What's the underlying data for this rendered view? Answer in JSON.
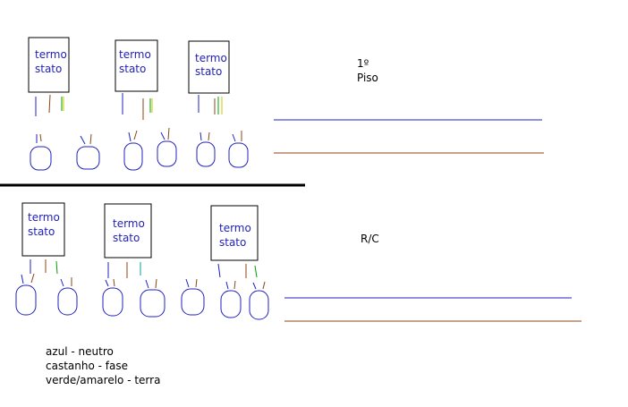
{
  "thermostat": {
    "line1": "termo",
    "line2": "stato"
  },
  "floors": {
    "first": {
      "line1": "1º",
      "line2": "Piso"
    },
    "ground": {
      "label": "R/C"
    }
  },
  "legend": [
    "azul - neutro",
    "castanho - fase",
    "verde/amarelo - terra"
  ],
  "colors": {
    "neutral": "#2020c0",
    "phase": "#8b4513",
    "earth_green": "#00a000",
    "earth_yellow": "#c8c800",
    "outline": "#2020c0",
    "divider": "#000000"
  }
}
